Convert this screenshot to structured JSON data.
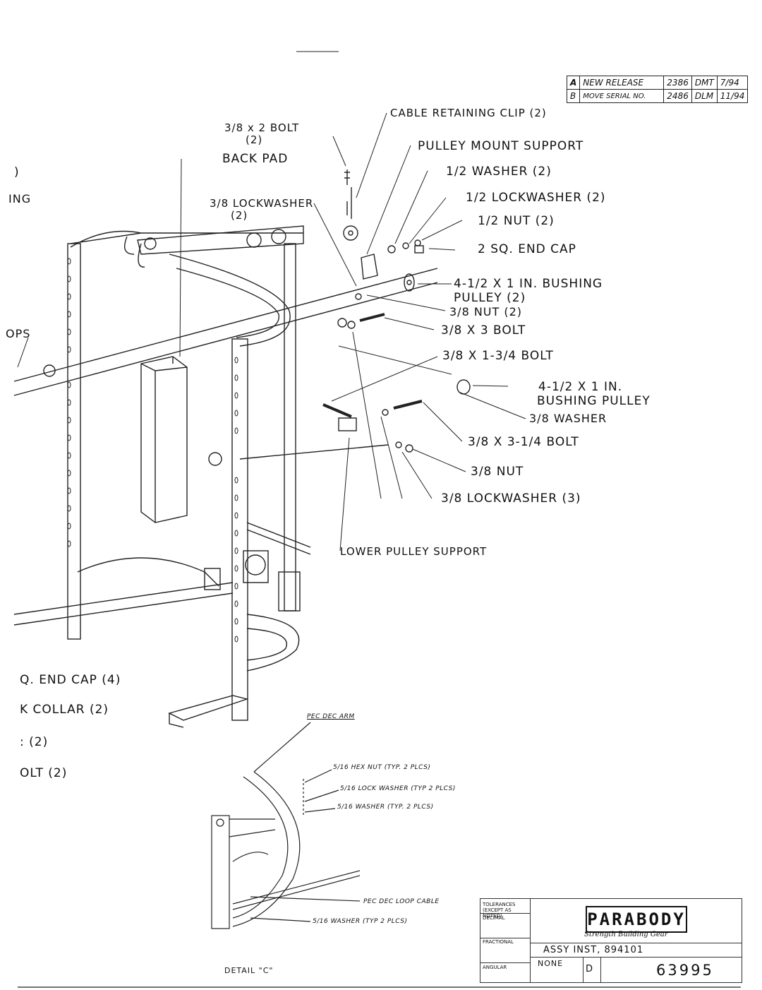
{
  "revisions": [
    {
      "rev": "A",
      "desc": "NEW RELEASE",
      "ecn": "2386",
      "by": "DMT",
      "date": "7/94"
    },
    {
      "rev": "B",
      "desc": "MOVE SERIAL NO.",
      "ecn": "2486",
      "by": "DLM",
      "date": "11/94"
    }
  ],
  "labels": {
    "cable_clip": "CABLE RETAINING CLIP (2)",
    "pulley_mount": "PULLEY MOUNT SUPPORT",
    "bolt_38x2": "3/8 x 2  BOLT",
    "bolt_38x2_qty": "(2)",
    "back_pad": "BACK PAD",
    "washer_12": "1/2 WASHER (2)",
    "lockwasher_12": "1/2 LOCKWASHER (2)",
    "lockwasher_38": "3/8 LOCKWASHER",
    "lockwasher_38_qty": "(2)",
    "nut_12": "1/2 NUT (2)",
    "end_cap_2sq": "2 SQ. END CAP",
    "bushing_pulley_a": "4-1/2 X 1 IN. BUSHING",
    "bushing_pulley_a2": "PULLEY (2)",
    "nut_38_2": "3/8 NUT (2)",
    "bolt_38x3": "3/8 X 3 BOLT",
    "bolt_38x134": "3/8 X 1-3/4 BOLT",
    "bushing_pulley_b": "4-1/2 X 1 IN.",
    "bushing_pulley_b2": "BUSHING PULLEY",
    "washer_38": "3/8 WASHER",
    "bolt_38x314": "3/8 X 3-1/4 BOLT",
    "nut_38": "3/8 NUT",
    "lockwasher_38_3": "3/8 LOCKWASHER (3)",
    "lower_pulley": "LOWER PULLEY SUPPORT",
    "left_1": ")",
    "left_2": "ING",
    "left_3": "OPS",
    "left_4": "Q. END CAP (4)",
    "left_5": "K COLLAR (2)",
    "left_6": ": (2)",
    "left_7": "OLT (2)"
  },
  "detail": {
    "pec_dec_arm": "PEC DEC ARM",
    "hex_nut": "5/16 HEX NUT (TYP. 2 PLCS)",
    "lock_washer": "5/16 LOCK WASHER (TYP 2 PLCS)",
    "washer": "5/16 WASHER (TYP. 2 PLCS)",
    "loop_cable": "PEC DEC LOOP CABLE",
    "washer_2": "5/16 WASHER (TYP 2 PLCS)",
    "caption": "DETAIL \"C\""
  },
  "title_block": {
    "tolerances": "TOLERANCES (EXCEPT AS NOTED)",
    "decimal": "DECIMAL",
    "fractional": "FRACTIONAL",
    "angular": "ANGULAR",
    "logo": "PARABODY",
    "tagline": "Strength Building Gear",
    "title": "ASSY INST, 894101",
    "scale": "NONE",
    "size": "D",
    "drawing_no": "63995"
  }
}
